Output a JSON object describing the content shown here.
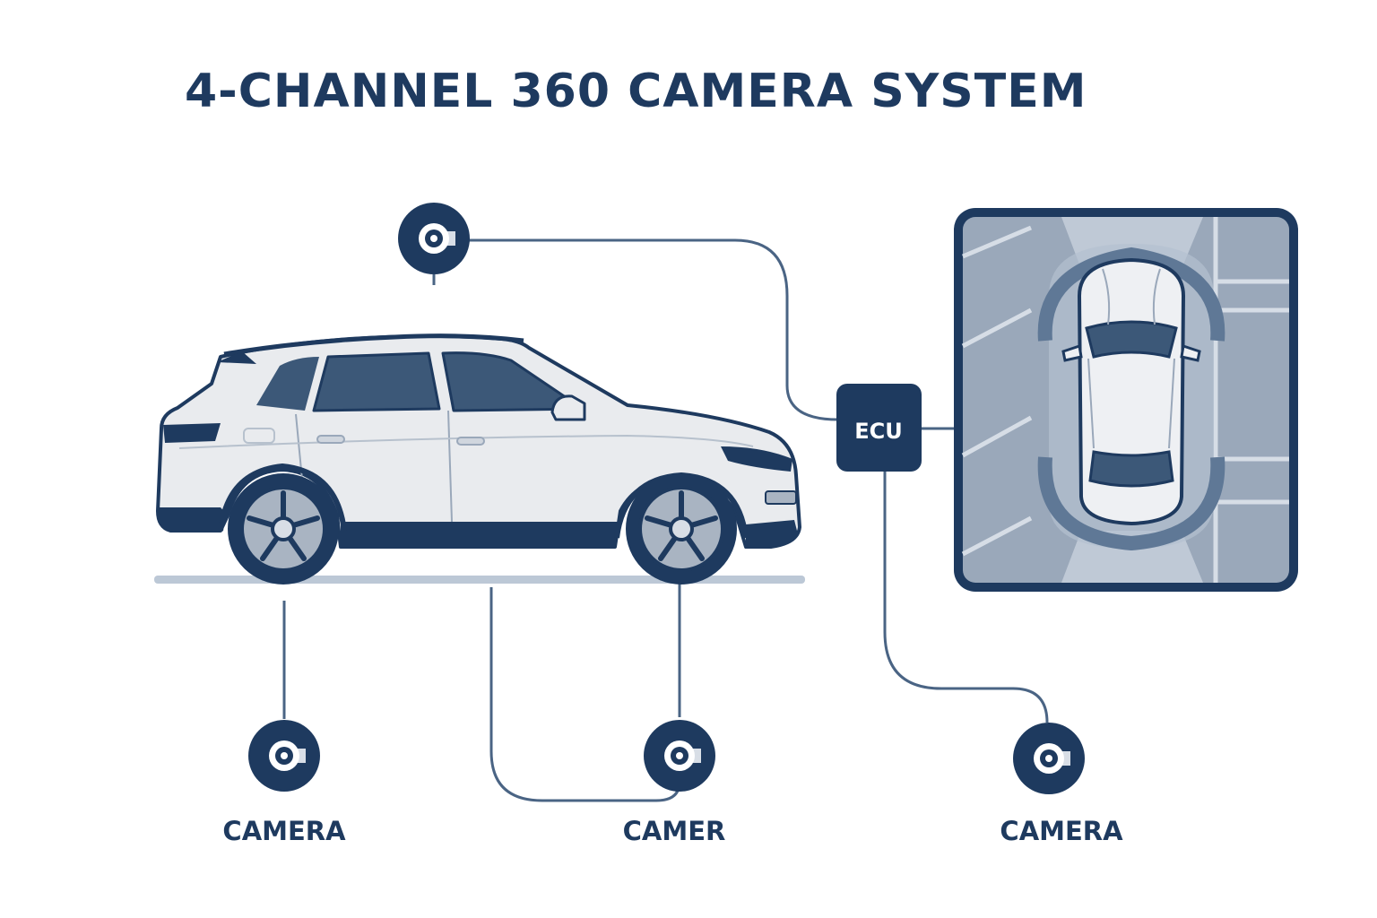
{
  "title": "4-CHANNEL 360 CAMERA SYSTEM",
  "ecu": {
    "label": "ECU"
  },
  "cameras": [
    {
      "id": "top",
      "label": ""
    },
    {
      "id": "bottom-left",
      "label": "CAMERA"
    },
    {
      "id": "bottom-center",
      "label": "CAMER"
    },
    {
      "id": "bottom-right",
      "label": "CAMERA"
    }
  ],
  "colors": {
    "navy": "#1e3a5f",
    "car_body": "#e9ebee",
    "glass": "#3c5878",
    "monitor_bg": "#9aa8ba",
    "line": "#4a6484"
  }
}
